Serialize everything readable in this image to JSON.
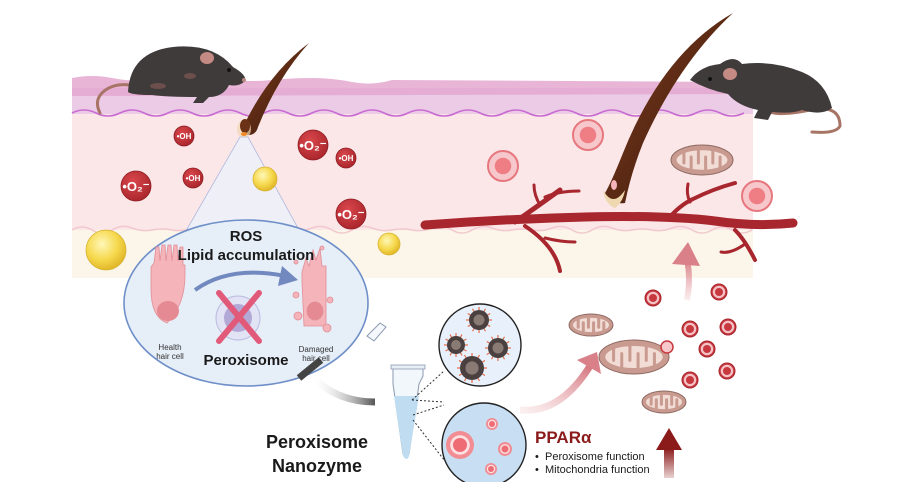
{
  "figure": {
    "title": "Peroxisome Nanozyme",
    "title_lines": [
      "Peroxisome",
      "Nanozyme"
    ]
  },
  "left_panel": {
    "state": "damaged",
    "ros_species": [
      {
        "name": "superoxide",
        "label": "O2",
        "display": "•O₂⁻"
      },
      {
        "name": "hydroxyl",
        "label": "OH",
        "display": "•OH"
      }
    ],
    "zoom_inset": {
      "heading_1": "ROS",
      "heading_2": "Lipid accumulation",
      "center_label": "Peroxisome",
      "healthy_cell_label": [
        "Health",
        "hair cell"
      ],
      "damaged_cell_label": [
        "Damaged",
        "hair cell"
      ],
      "peroxisome_status": "inhibited"
    }
  },
  "right_panel": {
    "state": "recovered",
    "pathway": {
      "title": "PPARα",
      "items": [
        "Peroxisome function",
        "Mitochondria function"
      ]
    }
  },
  "colors": {
    "epidermis": "#e9c6e2",
    "stratum": "#e6a6cc",
    "dermis": "#fbe6e8",
    "hypodermis": "#fcf6ea",
    "ros_red": "#c0343a",
    "vessel_red": "#a8262e",
    "ppar_red": "#8b1a1a",
    "inset_blue": "#e6eef8",
    "inset_border": "#6f8fc8",
    "cross_pink": "#e25a79",
    "arrow_pink": "#d98088",
    "fat_yellow": "#f5d54a",
    "hair_brown": "#5a2a14",
    "mouse_gray": "#3f3b3b"
  }
}
